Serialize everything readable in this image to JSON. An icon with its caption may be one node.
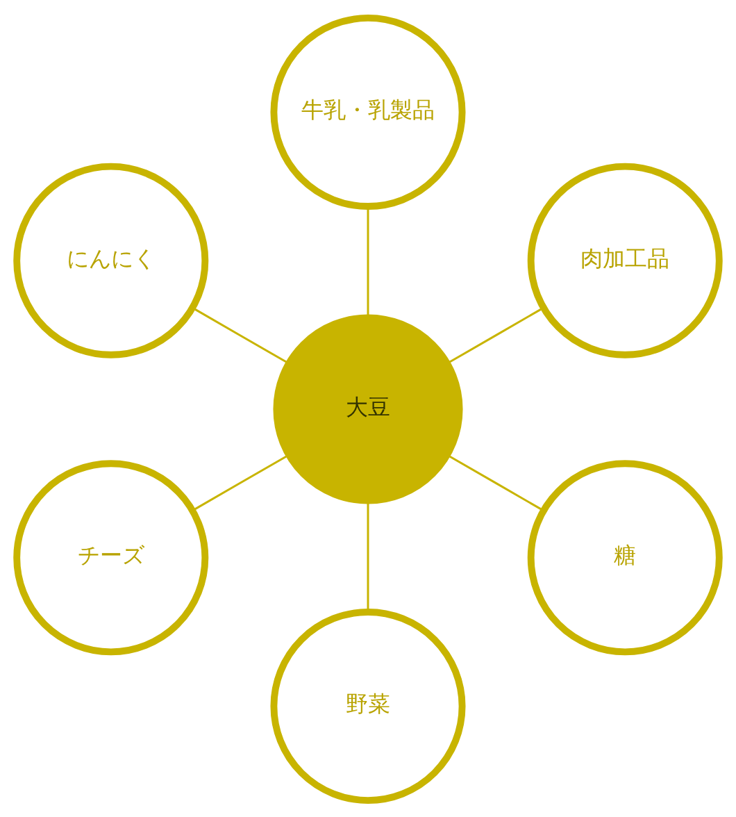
{
  "diagram": {
    "nodes": [
      {
        "text": [
          "肉加工品"
        ]
      },
      {
        "text": [
          "牛乳・乳製品"
        ]
      },
      {
        "text": [
          "にんにく"
        ]
      },
      {
        "text": [
          "大豆"
        ]
      },
      {
        "text": [
          "チーズ"
        ]
      },
      {
        "text": [
          "野菜"
        ]
      },
      {
        "text": [
          "糖"
        ]
      }
    ],
    "edges": [
      {
        "from": 3,
        "to": 0,
        "arrow": "none"
      },
      {
        "from": 3,
        "to": 2,
        "arrow": "none"
      },
      {
        "from": 3,
        "to": 5,
        "arrow": "none"
      },
      {
        "from": 3,
        "to": 6,
        "arrow": "none"
      },
      {
        "from": 3,
        "to": 4,
        "arrow": "none"
      },
      {
        "from": 3,
        "to": 1,
        "arrow": "none"
      }
    ]
  }
}
